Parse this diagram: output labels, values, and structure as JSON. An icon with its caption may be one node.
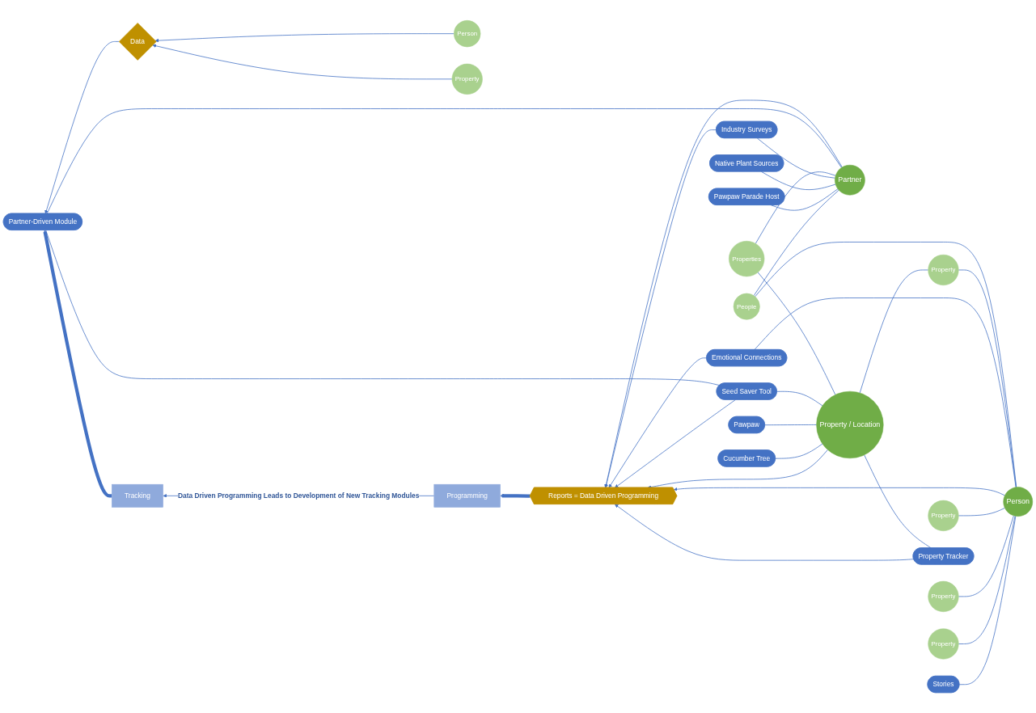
{
  "diagram": {
    "nodes": [
      {
        "text": [
          "Reports = Data Driven Programming"
        ]
      },
      {
        "text": [
          "Stories"
        ]
      },
      {
        "text": [
          "Property"
        ]
      },
      {
        "text": [
          "Property"
        ]
      },
      {
        "text": [
          "Property"
        ]
      },
      {
        "text": [
          "Person"
        ]
      },
      {
        "text": [
          "Emotional Connections"
        ]
      },
      {
        "text": [
          "Property"
        ]
      },
      {
        "text": [
          "Pawpaw Parade Host"
        ]
      },
      {
        "text": [
          "Native Plant Sources"
        ]
      },
      {
        "text": [
          "People"
        ]
      },
      {
        "text": [
          "Partner"
        ]
      },
      {
        "text": [
          "Industry Surveys"
        ]
      },
      {
        "text": [
          "Properties"
        ]
      },
      {
        "text": [
          "Property Tracker"
        ]
      },
      {
        "text": [
          "Cucumber Tree"
        ]
      },
      {
        "text": [
          "Property / Location"
        ]
      },
      {
        "text": [
          "Partner-Driven Module"
        ]
      },
      {
        "text": [
          "Seed Saver Tool"
        ]
      },
      {
        "text": [
          "Person"
        ]
      },
      {
        "text": [
          "Data"
        ]
      },
      {
        "text": [
          "Property"
        ]
      },
      {
        "text": [
          "Pawpaw"
        ]
      },
      {
        "text": [
          "Programming"
        ]
      },
      {
        "text": [
          "Tracking"
        ]
      }
    ],
    "edges": [
      {
        "from": 5,
        "to": 1,
        "arrow": "none"
      },
      {
        "from": 5,
        "to": 2,
        "arrow": "none"
      },
      {
        "from": 5,
        "to": 3,
        "arrow": "none"
      },
      {
        "from": 5,
        "to": 4,
        "arrow": "none"
      },
      {
        "from": 5,
        "to": 0,
        "arrow": "to"
      },
      {
        "from": 5,
        "to": 6,
        "arrow": "none"
      },
      {
        "from": 5,
        "to": 7,
        "arrow": "none"
      },
      {
        "from": 5,
        "to": 10,
        "arrow": "none"
      },
      {
        "from": 6,
        "to": 0,
        "arrow": "to"
      },
      {
        "from": 7,
        "to": 16,
        "arrow": "none"
      },
      {
        "from": 11,
        "to": 10,
        "arrow": "none"
      },
      {
        "from": 11,
        "to": 8,
        "arrow": "none"
      },
      {
        "from": 11,
        "to": 9,
        "arrow": "none"
      },
      {
        "from": 11,
        "to": 12,
        "arrow": "none"
      },
      {
        "from": 11,
        "to": 13,
        "arrow": "none"
      },
      {
        "from": 11,
        "to": 17,
        "arrow": "none"
      },
      {
        "from": 11,
        "to": 0,
        "arrow": "to"
      },
      {
        "from": 12,
        "to": 0,
        "arrow": "to"
      },
      {
        "from": 14,
        "to": 0,
        "arrow": "to"
      },
      {
        "from": 14,
        "to": 16,
        "arrow": "none"
      },
      {
        "from": 16,
        "to": 0,
        "arrow": "to"
      },
      {
        "from": 16,
        "to": 15,
        "arrow": "none"
      },
      {
        "from": 16,
        "to": 22,
        "arrow": "none"
      },
      {
        "from": 16,
        "to": 18,
        "arrow": "none"
      },
      {
        "from": 16,
        "to": 13,
        "arrow": "none"
      },
      {
        "from": 18,
        "to": 0,
        "arrow": "to"
      },
      {
        "from": 18,
        "to": 17,
        "arrow": "none"
      },
      {
        "from": 20,
        "to": 17,
        "arrow": "to"
      },
      {
        "from": 19,
        "to": 20,
        "arrow": "to"
      },
      {
        "from": 21,
        "to": 20,
        "arrow": "to"
      },
      {
        "from": 0,
        "to": 23,
        "arrow": "to",
        "style": "thick"
      },
      {
        "from": 23,
        "to": 24,
        "arrow": "to",
        "label": "Data Driven Programming Leads to Development of New Tracking Modules"
      },
      {
        "from": 24,
        "to": 17,
        "arrow": "to",
        "style": "thick"
      }
    ]
  }
}
